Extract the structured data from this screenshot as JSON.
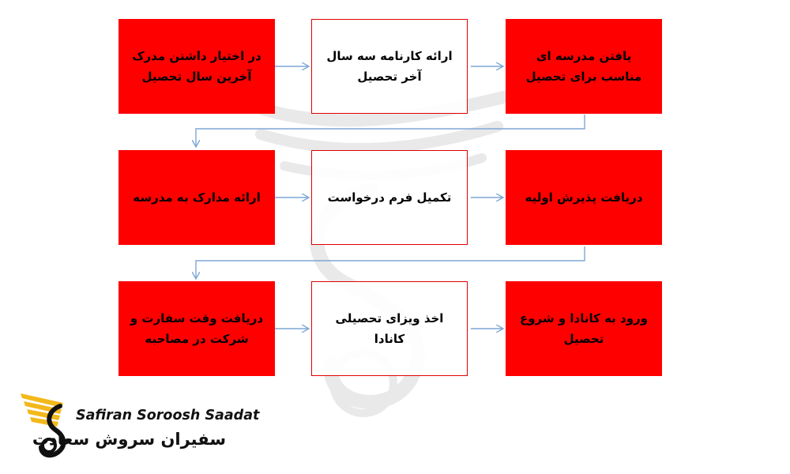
{
  "colors": {
    "red_box": "#ff0000",
    "white_border": "#e00000",
    "arrow": "#7fa7d6",
    "watermark": "#e9e9e9",
    "logo_gold": "#f3b81a"
  },
  "steps": [
    {
      "id": 1,
      "text": "در اختیار داشتن مدرک آخرین سال تحصیل",
      "style": "red"
    },
    {
      "id": 2,
      "text": "ارائه کارنامه سه سال آخر تحصیل",
      "style": "white"
    },
    {
      "id": 3,
      "text": "یافتن مدرسه ای مناسب برای تحصیل",
      "style": "red"
    },
    {
      "id": 4,
      "text": "ارائه مدارک به مدرسه",
      "style": "red"
    },
    {
      "id": 5,
      "text": "تکمیل فرم درخواست",
      "style": "white"
    },
    {
      "id": 6,
      "text": "دریافت پذیرش اولیه",
      "style": "red"
    },
    {
      "id": 7,
      "text": "دریافت وقت سفارت و شرکت در مصاحبه",
      "style": "red"
    },
    {
      "id": 8,
      "text": "اخذ ویزای تحصیلی کانادا",
      "style": "white"
    },
    {
      "id": 9,
      "text": "ورود به کانادا و شروع تحصیل",
      "style": "red"
    }
  ],
  "logo": {
    "name_en": "Safiran Soroosh Saadat",
    "name_fa": "سفیران سروش سعادت",
    "icon": "winged-s-icon"
  }
}
